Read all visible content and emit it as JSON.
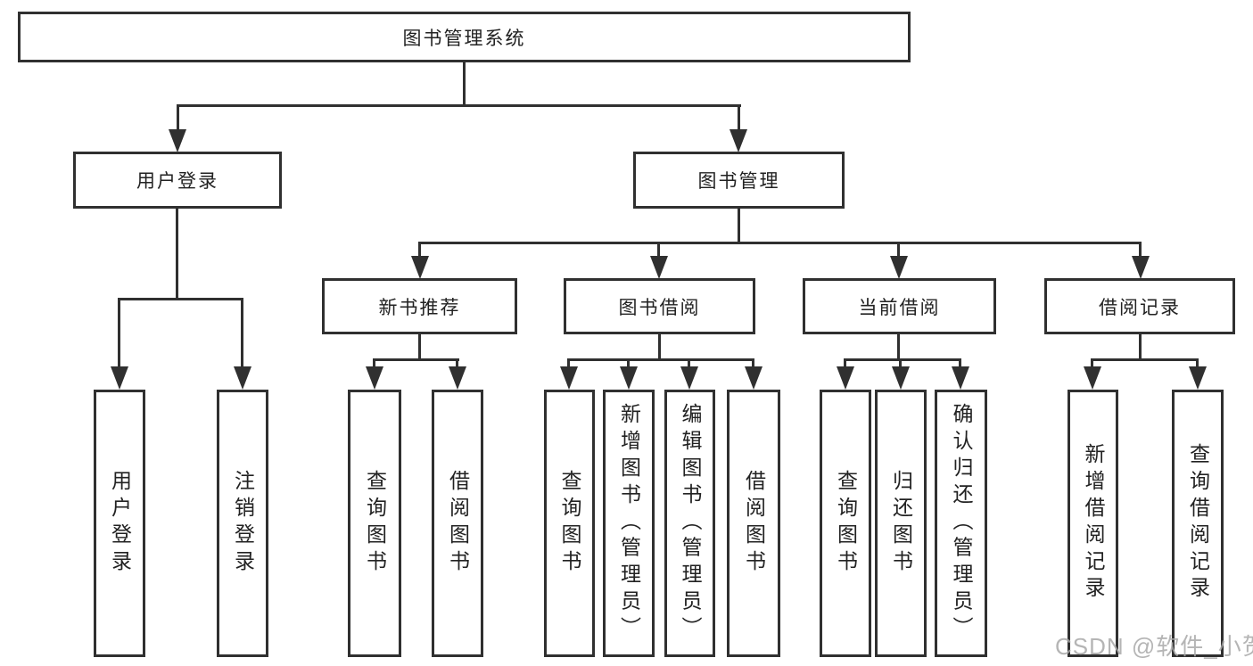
{
  "page": {
    "background": "#ffffff"
  },
  "colors": {
    "line": "#303030",
    "text": "#222222",
    "box_background": "#ffffff",
    "watermark": "#a8a8a8"
  },
  "watermark": {
    "text": "CSDN @软件_小贺同学"
  },
  "tree": {
    "label": "图书管理系统",
    "children": [
      {
        "label": "用户登录",
        "children": [
          {
            "label": "用户登录"
          },
          {
            "label": "注销登录"
          }
        ]
      },
      {
        "label": "图书管理",
        "children": [
          {
            "label": "新书推荐",
            "children": [
              {
                "label": "查询图书"
              },
              {
                "label": "借阅图书"
              }
            ]
          },
          {
            "label": "图书借阅",
            "children": [
              {
                "label": "查询图书"
              },
              {
                "label": "新增图书（管理员）"
              },
              {
                "label": "编辑图书（管理员）"
              },
              {
                "label": "借阅图书"
              }
            ]
          },
          {
            "label": "当前借阅",
            "children": [
              {
                "label": "查询图书"
              },
              {
                "label": "归还图书"
              },
              {
                "label": "确认归还（管理员）"
              }
            ]
          },
          {
            "label": "借阅记录",
            "children": [
              {
                "label": "新增借阅记录"
              },
              {
                "label": "查询借阅记录"
              }
            ]
          }
        ]
      }
    ]
  }
}
